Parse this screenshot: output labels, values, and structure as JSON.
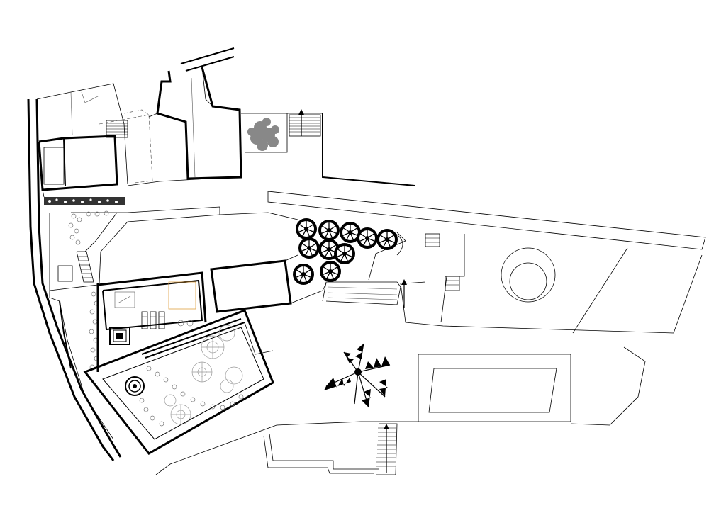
{
  "drawing": {
    "type": "architectural site plan",
    "background_color": "#ffffff",
    "line_color": "#000000",
    "accent_color": "#e0a040",
    "elements": [
      "buildings",
      "retaining-walls",
      "terraces",
      "stairs",
      "tree-canopies",
      "palm-tree",
      "ornamental-garden",
      "fountain",
      "hot-tub",
      "lounge-chairs",
      "swimming-pool",
      "circular-feature",
      "pebble-path",
      "north-arrows"
    ]
  }
}
